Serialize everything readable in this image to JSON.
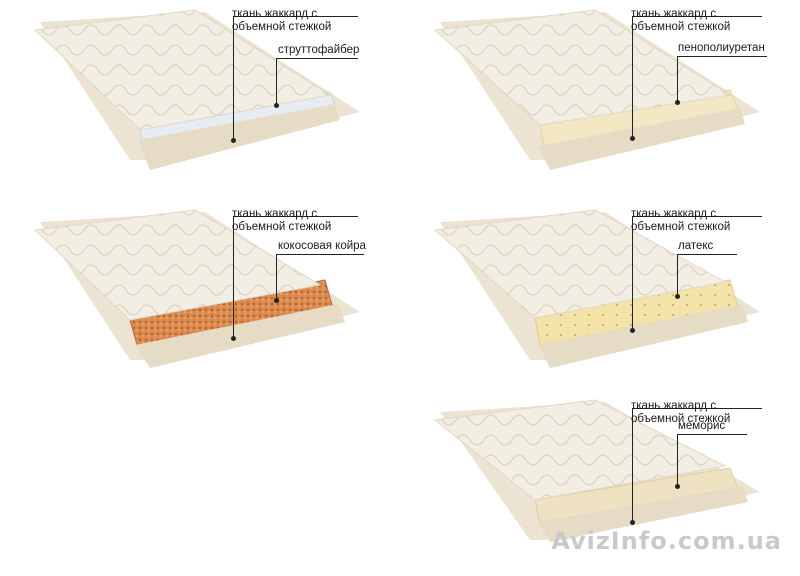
{
  "panels": [
    {
      "fabric_label": "ткань жаккард с объемной стежкой",
      "core_label": "струттофайбер",
      "core_color": "#e8edf2"
    },
    {
      "fabric_label": "ткань жаккард с объемной стежкой",
      "core_label": "пенополиуретан",
      "core_color": "#f3e7c4"
    },
    {
      "fabric_label": "ткань жаккард с объемной стежкой",
      "core_label": "кокосовая койра",
      "core_color": "#d9894e"
    },
    {
      "fabric_label": "ткань жаккард с объемной стежкой",
      "core_label": "латекс",
      "core_color": "#f4e3a8"
    },
    {
      "fabric_label": "ткань жаккард с объемной стежкой",
      "core_label": "мемориc",
      "core_color": "#efe2c3"
    }
  ],
  "watermark": "AvizInfo.com.ua"
}
